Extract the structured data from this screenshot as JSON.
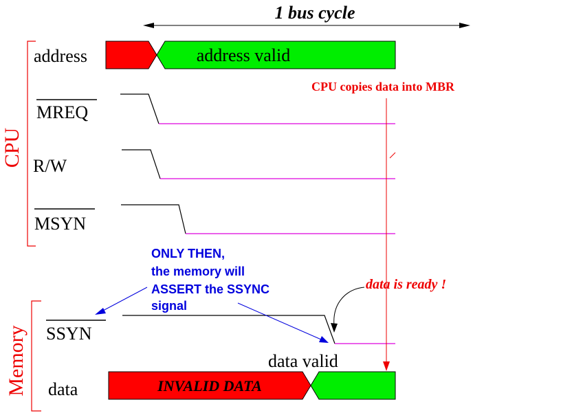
{
  "title": "1 bus cycle",
  "groups": {
    "cpu": "CPU",
    "memory": "Memory"
  },
  "signals": {
    "address": "address",
    "mreq": "MREQ",
    "rw": "R/W",
    "msyn": "MSYN",
    "ssyn": "SSYN",
    "data": "data"
  },
  "bus_labels": {
    "address_valid": "address valid",
    "invalid_data": "INVALID DATA",
    "data_valid": "data valid"
  },
  "annotations": {
    "cpu_copies": "CPU copies data into MBR",
    "data_ready": "data is ready !",
    "only_then": [
      "ONLY THEN,",
      "the memory will",
      "ASSERT the SSYNC",
      "signal"
    ]
  },
  "colors": {
    "valid": "#00ee00",
    "invalid": "#ff0000",
    "asserted": "#dd00dd",
    "annotation_red": "#ee0000",
    "annotation_blue": "#0000dd",
    "line": "#000000"
  }
}
